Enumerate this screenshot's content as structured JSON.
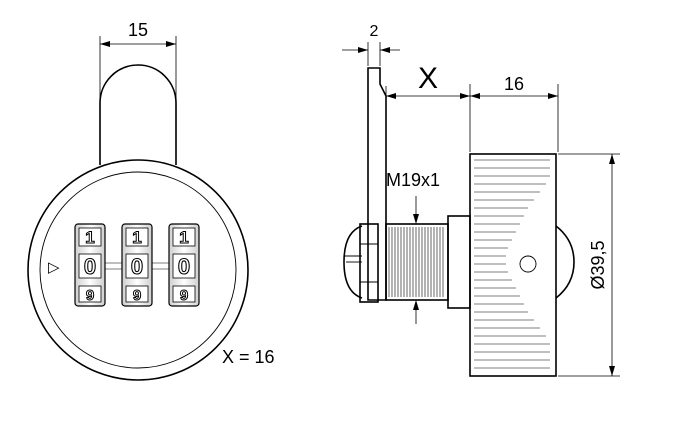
{
  "front_view": {
    "dim_width": "15",
    "wheel_top": [
      "1",
      "1",
      "1"
    ],
    "wheel_mid": [
      "0",
      "0",
      "0"
    ],
    "wheel_bottom": [
      "9",
      "9",
      "9"
    ],
    "marker": "▷",
    "x_note": "X = 16"
  },
  "side_view": {
    "dim_plate": "2",
    "dim_x": "X",
    "dim_knob": "16",
    "thread_label": "M19x1",
    "diameter_label": "Ø39,5"
  }
}
